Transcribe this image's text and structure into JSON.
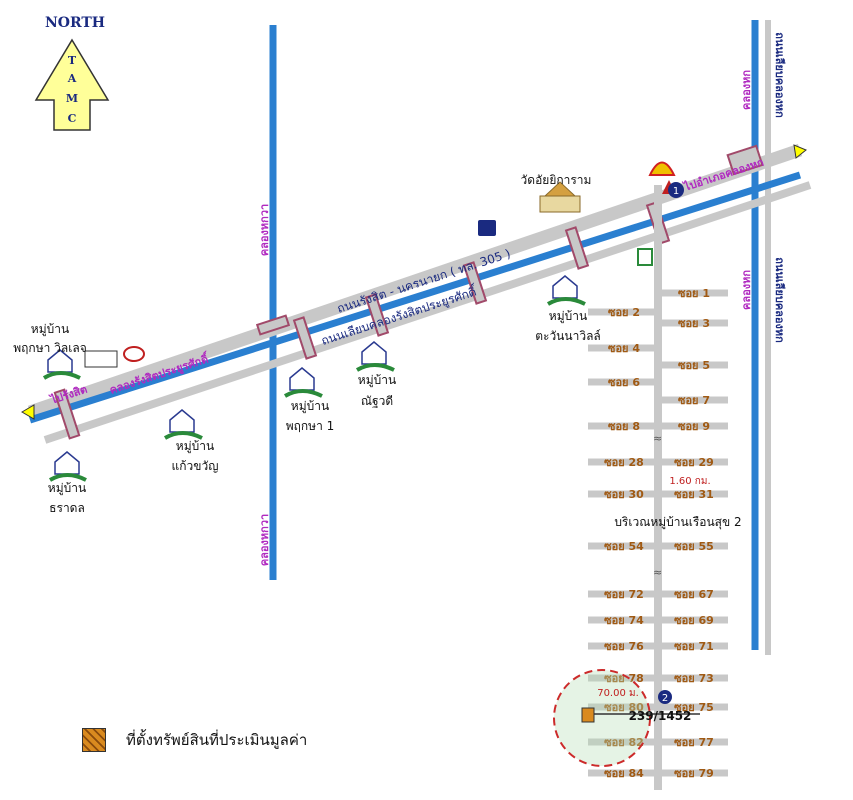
{
  "north": {
    "label": "NORTH",
    "letters": [
      "T",
      "A",
      "M",
      "C"
    ]
  },
  "landmarks": {
    "temple": "วัดอัยยิการาม",
    "to_rangsit": "ไปรังสิต",
    "to_khlong_hok": "ไปอำเภอคลองหก"
  },
  "roads": {
    "main_road": "ถนนรังสิต - นครนายก ( ทล. 305 )",
    "frontage_road": "ถนนเลียบคลองรังสิตประยูรศักดิ์",
    "canal_rangsit": "คลองรังสิตประยูรศักดิ์",
    "canal_west": "คลองหกวา",
    "canal_east": "คลองหกวา",
    "east_road": "ถนนเลียบคลองหก",
    "east_canal": "คลองหก"
  },
  "villages": {
    "v1_line1": "หมู่บ้าน",
    "v1_line2": "พฤกษา วิลเลจ",
    "v2_line1": "หมู่บ้าน",
    "v2_line2": "ธราดล",
    "v3_line1": "หมู่บ้าน",
    "v3_line2": "แก้วขวัญ",
    "v4_line1": "หมู่บ้าน",
    "v4_line2": "พฤกษา 1",
    "v5_line1": "หมู่บ้าน",
    "v5_line2": "ณัฐวดี",
    "v6_line1": "หมู่บ้าน",
    "v6_line2": "ตะวันนาวิลล์"
  },
  "area_label": "บริเวณหมู่บ้านเรือนสุข 2",
  "distance_1": "1.60 กม.",
  "distance_2": "70.00 ม.",
  "subject_address": "239/1452",
  "markers": {
    "m1": "1",
    "m2": "2"
  },
  "sois_left": [
    "ซอย 2",
    "ซอย 4",
    "ซอย 6",
    "ซอย 8",
    "ซอย 28",
    "ซอย 30",
    "ซอย 54",
    "ซอย 72",
    "ซอย 74",
    "ซอย 76",
    "ซอย 78",
    "ซอย 80",
    "ซอย 82",
    "ซอย 84"
  ],
  "sois_right": [
    "ซอย 1",
    "ซอย 3",
    "ซอย 5",
    "ซอย 7",
    "ซอย 9",
    "ซอย 29",
    "ซอย 31",
    "ซอย 55",
    "ซอย 67",
    "ซอย 69",
    "ซอย 71",
    "ซอย 73",
    "ซอย 75",
    "ซอย 77",
    "ซอย 79"
  ],
  "legend": {
    "label": "ที่ตั้งทรัพย์สินที่ประเมินมูลค่า"
  },
  "colors": {
    "canal": "#2a7fd0",
    "road": "#c8c8c8",
    "label_purple": "#b02ac0",
    "soi": "#a05a14",
    "arrow_fill": "#ffff99",
    "circle": "#cc2a2a"
  }
}
